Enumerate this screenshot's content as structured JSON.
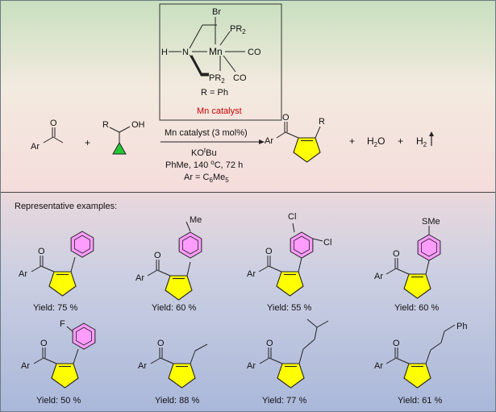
{
  "catalyst_box": {
    "br": "Br",
    "pr2_top": "PR",
    "pr2_top_sub": "2",
    "h": "H",
    "n": "N",
    "mn": "Mn",
    "co_right": "CO",
    "pr2_bottom": "PR",
    "pr2_bottom_sub": "2",
    "co_bottom": "CO",
    "r_def": "R = Ph",
    "label": "Mn catalyst"
  },
  "reaction": {
    "ketone_ar": "Ar",
    "ketone_o": "O",
    "plus1": "+",
    "alcohol_r": "R",
    "alcohol_oh": "OH",
    "cond1": "Mn catalyst (3 mol%)",
    "cond2_a": "KO",
    "cond2_sup": "t",
    "cond2_b": "Bu",
    "cond3_a": "PhMe, 140 ",
    "cond3_sup": "o",
    "cond3_b": "C, 72 h",
    "cond4_a": "Ar = C",
    "cond4_sub1": "6",
    "cond4_b": "Me",
    "cond4_sub2": "5",
    "product_ar": "Ar",
    "product_o": "O",
    "product_r": "R",
    "plus2": "+",
    "water_a": "H",
    "water_sub": "2",
    "water_b": "O",
    "plus3": "+",
    "h2_a": "H",
    "h2_sub": "2"
  },
  "examples": {
    "heading": "Representative examples:",
    "items": [
      {
        "yield": "Yield: 75 %",
        "ar": "Ar",
        "o": "O"
      },
      {
        "yield": "Yield: 60 %",
        "ar": "Ar",
        "o": "O",
        "sub": "Me"
      },
      {
        "yield": "Yield: 55 %",
        "ar": "Ar",
        "o": "O",
        "sub1": "Cl",
        "sub2": "Cl"
      },
      {
        "yield": "Yield: 60 %",
        "ar": "Ar",
        "o": "O",
        "sub": "SMe"
      },
      {
        "yield": "Yield: 50 %",
        "ar": "Ar",
        "o": "O",
        "sub": "F"
      },
      {
        "yield": "Yield: 88 %",
        "ar": "Ar",
        "o": "O"
      },
      {
        "yield": "Yield: 77 %",
        "ar": "Ar",
        "o": "O"
      },
      {
        "yield": "Yield: 61 %",
        "ar": "Ar",
        "o": "O",
        "sub": "Ph"
      }
    ]
  },
  "colors": {
    "cyclopentene": "#ffff00",
    "phenyl": "#ff9cff",
    "cyclopropyl": "#22c832",
    "catalyst_label": "#cc0000",
    "bg_top": "#cfe3c8",
    "bg_mid": "#f2e2e0",
    "bg_bottom": "#b0bcdc"
  }
}
